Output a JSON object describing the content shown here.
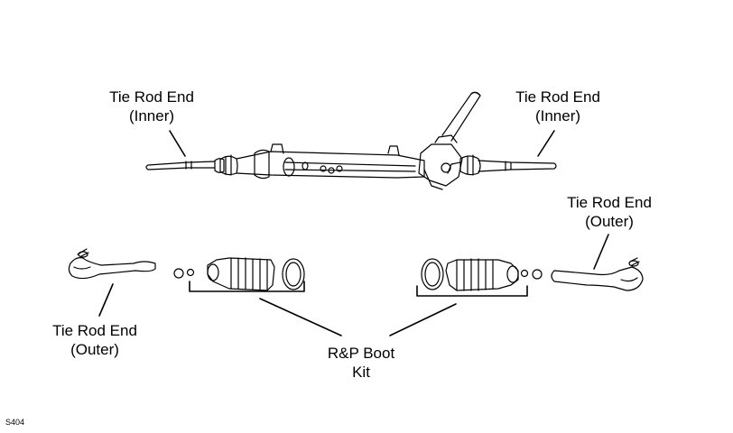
{
  "labels": {
    "inner_left_line1": "Tie Rod End",
    "inner_left_line2": "(Inner)",
    "inner_right_line1": "Tie Rod End",
    "inner_right_line2": "(Inner)",
    "outer_right_line1": "Tie Rod End",
    "outer_right_line2": "(Outer)",
    "outer_left_line1": "Tie Rod End",
    "outer_left_line2": "(Outer)",
    "boot_kit_line1": "R&P Boot",
    "boot_kit_line2": "Kit"
  },
  "figure_code": "S404"
}
